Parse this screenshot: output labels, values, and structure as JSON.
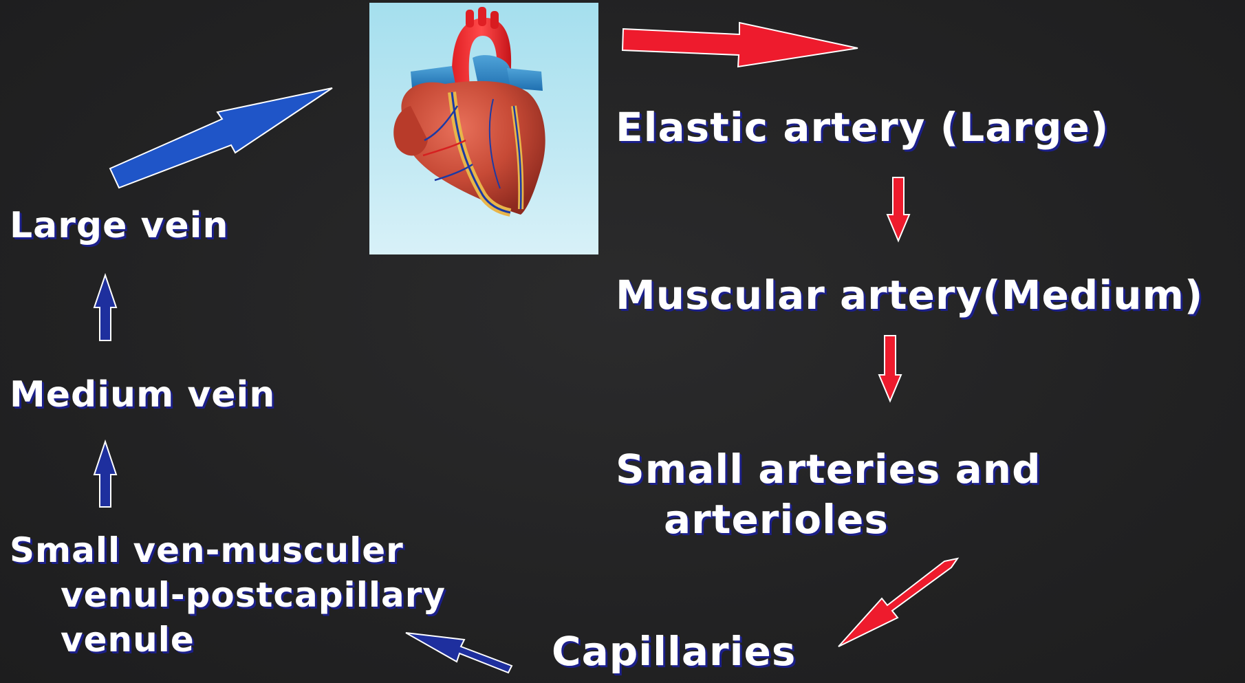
{
  "diagram": {
    "arterial": {
      "elastic": "Elastic artery (Large)",
      "muscular": "Muscular artery(Medium)",
      "small_line1": "Small arteries and",
      "small_line2": "arterioles",
      "capillaries": "Capillaries"
    },
    "venous": {
      "venule_line1": "Small ven-musculer",
      "venule_line2": "venul-postcapillary",
      "venule_line3": "venule",
      "medium": "Medium vein",
      "large": "Large vein"
    },
    "colors": {
      "arterial_arrow": "#ee1b2d",
      "venous_arrow_large": "#1f55c8",
      "venous_arrow_small": "#1e2f9e",
      "background": "#232324",
      "text": "#ffffff",
      "text_shadow": "#1b1f8a"
    },
    "image": {
      "subject": "heart-illustration"
    }
  }
}
